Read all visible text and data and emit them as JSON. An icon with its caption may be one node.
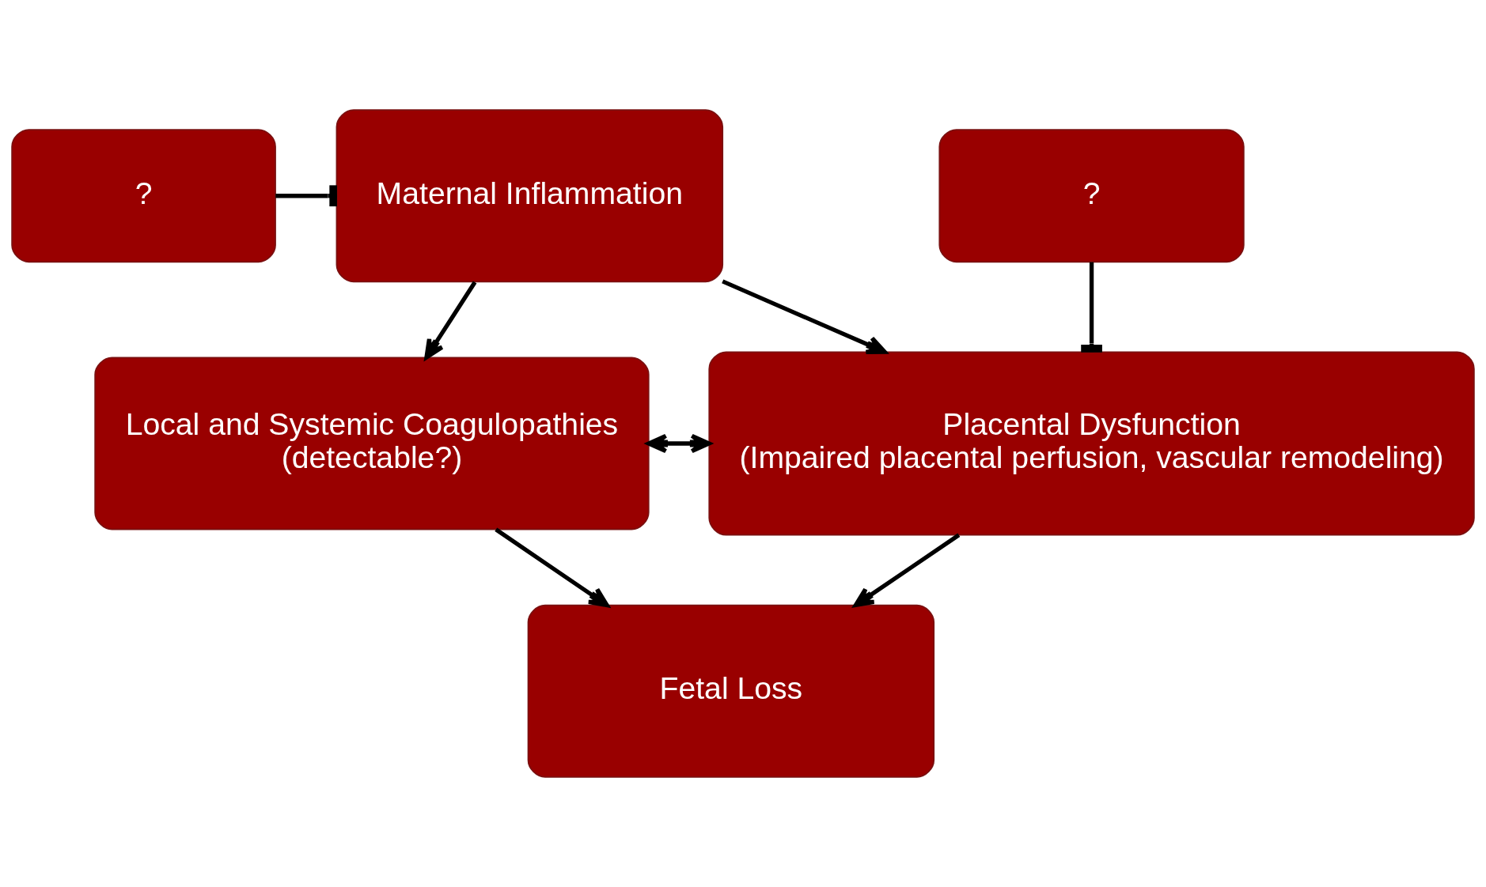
{
  "diagram": {
    "nodes": [
      {
        "text": [
          "?"
        ]
      },
      {
        "text": [
          "Maternal Inflammation"
        ]
      },
      {
        "text": [
          "?"
        ]
      },
      {
        "text": [
          "Local and Systemic Coagulopathies",
          "(detectable?)"
        ]
      },
      {
        "text": [
          "Placental Dysfunction",
          "(Impaired placental perfusion, vascular remodeling)"
        ]
      },
      {
        "text": [
          "Fetal Loss"
        ]
      }
    ],
    "edges": [
      {
        "from": 0,
        "to": 1,
        "arrow": "other"
      },
      {
        "from": 1,
        "to": 3,
        "arrow": "to"
      },
      {
        "from": 1,
        "to": 4,
        "arrow": "to"
      },
      {
        "from": 2,
        "to": 4,
        "arrow": "other"
      },
      {
        "from": 3,
        "to": 4,
        "arrow": "both"
      },
      {
        "from": 3,
        "to": 5,
        "arrow": "to"
      },
      {
        "from": 4,
        "to": 5,
        "arrow": "to"
      }
    ]
  }
}
